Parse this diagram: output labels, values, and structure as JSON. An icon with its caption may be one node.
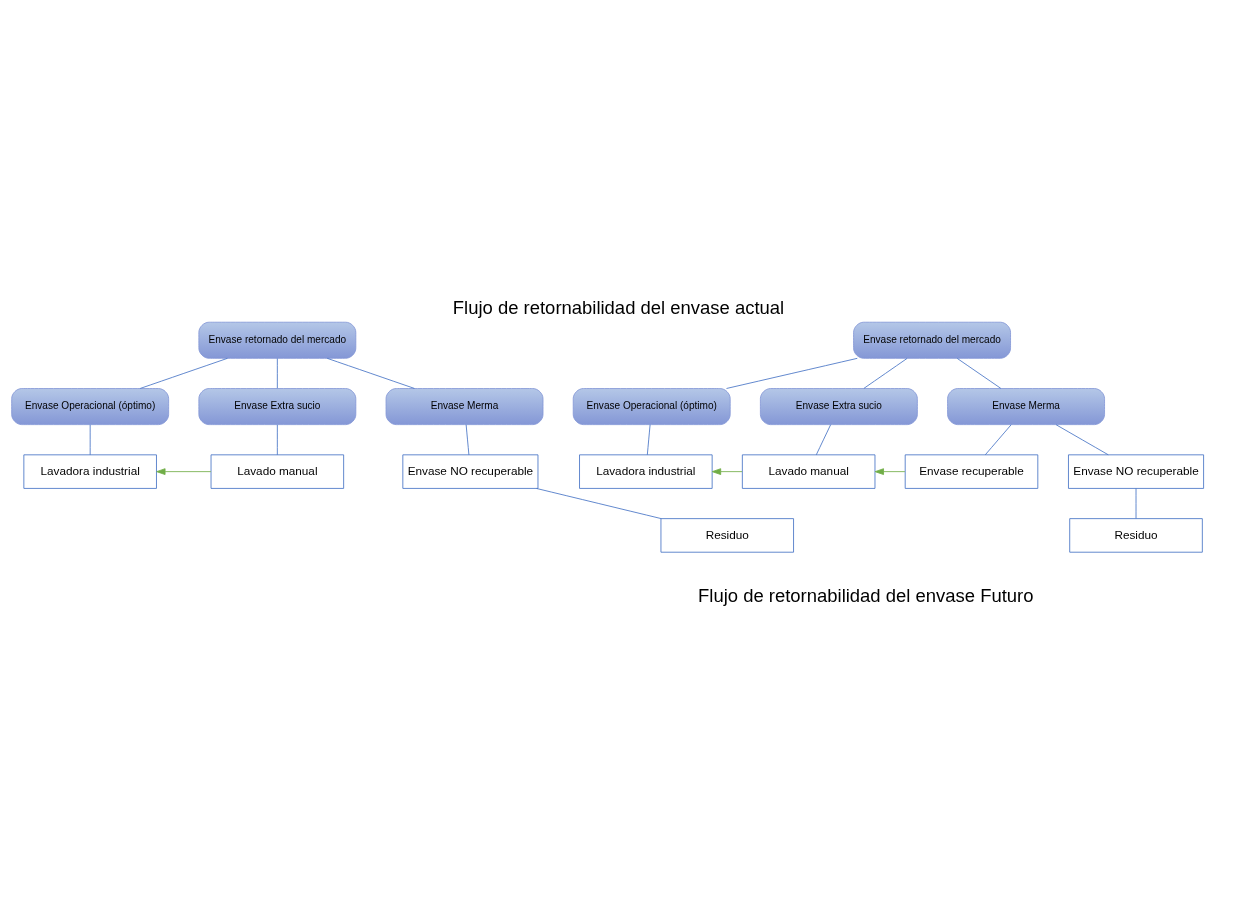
{
  "diagram": {
    "title": "Flujo de retornabilidad del envase actual",
    "nodes": [
      {
        "text": [
          "Envase retornado del mercado"
        ]
      },
      {
        "text": [
          "Envase Operacional (óptimo)"
        ]
      },
      {
        "text": [
          "Envase Extra sucio"
        ]
      },
      {
        "text": [
          "Envase Merma"
        ]
      },
      {
        "text": [
          "Lavadora industrial"
        ]
      },
      {
        "text": [
          "Lavado manual"
        ]
      },
      {
        "text": [
          "Envase NO recuperable"
        ]
      },
      {
        "text": [
          "Residuo"
        ]
      },
      {
        "text": [
          "Envase retornado del mercado"
        ]
      },
      {
        "text": [
          "Envase Operacional (óptimo)"
        ]
      },
      {
        "text": [
          "Envase Extra sucio"
        ]
      },
      {
        "text": [
          "Envase Merma"
        ]
      },
      {
        "text": [
          "Lavadora industrial"
        ]
      },
      {
        "text": [
          "Lavado manual"
        ]
      },
      {
        "text": [
          "Envase recuperable"
        ]
      },
      {
        "text": [
          "Envase NO recuperable"
        ]
      },
      {
        "text": [
          "Residuo"
        ]
      }
    ],
    "edges": [
      {
        "from": 0,
        "to": 1,
        "arrow": "none"
      },
      {
        "from": 0,
        "to": 2,
        "arrow": "none"
      },
      {
        "from": 0,
        "to": 3,
        "arrow": "none"
      },
      {
        "from": 1,
        "to": 4,
        "arrow": "none"
      },
      {
        "from": 2,
        "to": 5,
        "arrow": "none"
      },
      {
        "from": 5,
        "to": 4,
        "arrow": "to",
        "color": "#70ad47"
      },
      {
        "from": 3,
        "to": 6,
        "arrow": "none"
      },
      {
        "from": 6,
        "to": 7,
        "arrow": "none"
      },
      {
        "from": 8,
        "to": 9,
        "arrow": "none"
      },
      {
        "from": 8,
        "to": 10,
        "arrow": "none"
      },
      {
        "from": 8,
        "to": 11,
        "arrow": "none"
      },
      {
        "from": 9,
        "to": 12,
        "arrow": "none"
      },
      {
        "from": 10,
        "to": 13,
        "arrow": "none"
      },
      {
        "from": 13,
        "to": 12,
        "arrow": "to",
        "color": "#70ad47"
      },
      {
        "from": 11,
        "to": 14,
        "arrow": "none"
      },
      {
        "from": 11,
        "to": 15,
        "arrow": "none"
      },
      {
        "from": 14,
        "to": 13,
        "arrow": "to",
        "color": "#70ad47"
      },
      {
        "from": 15,
        "to": 16,
        "arrow": "none"
      }
    ],
    "labels": [
      "Flujo de retornabilidad del envase Futuro"
    ]
  }
}
